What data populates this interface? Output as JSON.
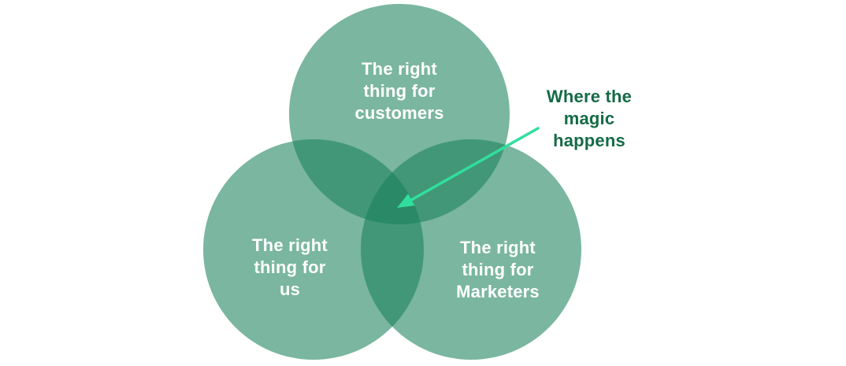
{
  "colors": {
    "background": "#ffffff",
    "circle-fill": "rgba(25, 130, 92, 0.58)",
    "circle-base-hex": "#19825C",
    "single-region-hex": "#7AB7A3",
    "double-overlap-hex": "#459679",
    "triple-overlap-hex": "#2A8B68",
    "arrow": "#30DF9E",
    "annotation-text": "#156B47",
    "label-text": "#ffffff"
  },
  "venn": {
    "type": "3-circle-venn",
    "circles": [
      {
        "id": "customers",
        "label": "The right\nthing for\ncustomers"
      },
      {
        "id": "us",
        "label": "The right\nthing for\nus"
      },
      {
        "id": "marketers",
        "label": "The right\nthing for\nMarketers"
      }
    ],
    "annotation": {
      "text": "Where the\nmagic\nhappens"
    }
  }
}
